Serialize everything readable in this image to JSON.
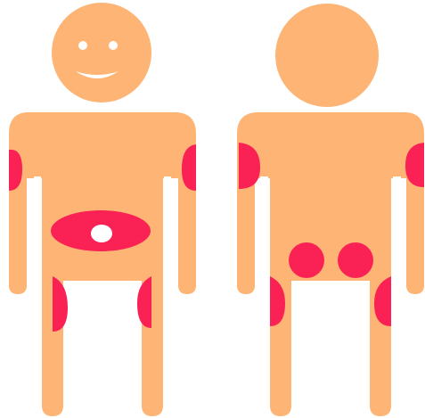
{
  "colors": {
    "skin": "#FDB474",
    "injection_site": "#FA2155",
    "face_features": "#ffffff",
    "background": "#ffffff"
  },
  "figures": [
    {
      "view": "front",
      "face": "smiling",
      "highlighted_zones": [
        "right-upper-arm",
        "left-upper-arm",
        "abdomen",
        "right-thigh",
        "left-thigh"
      ],
      "navel_shown": true
    },
    {
      "view": "back",
      "face": "none",
      "highlighted_zones": [
        "right-upper-arm",
        "left-upper-arm",
        "left-buttock",
        "right-buttock",
        "left-thigh",
        "right-thigh"
      ]
    }
  ]
}
